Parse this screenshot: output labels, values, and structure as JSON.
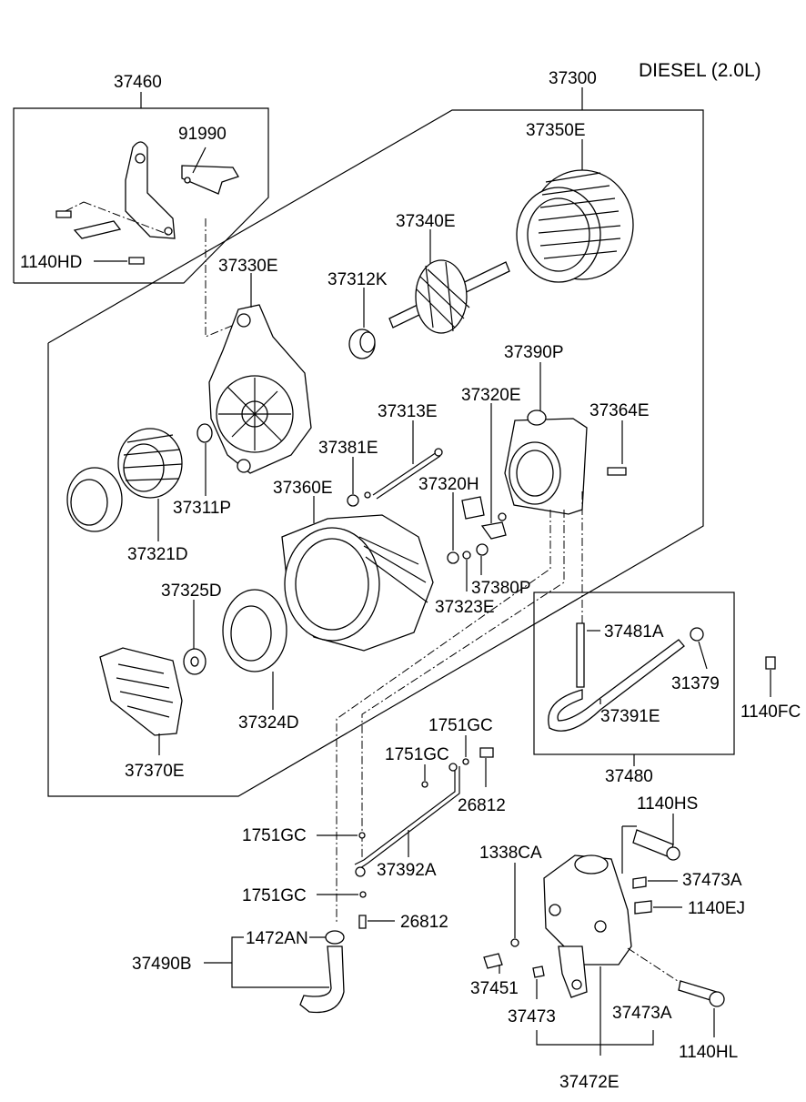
{
  "title": "DIESEL (2.0L)",
  "labels": {
    "p37460": "37460",
    "p91990": "91990",
    "p1140HD": "1140HD",
    "p37300": "37300",
    "p37350E": "37350E",
    "p37340E": "37340E",
    "p37312K": "37312K",
    "p37330E": "37330E",
    "p37390P": "37390P",
    "p37320E": "37320E",
    "p37364E": "37364E",
    "p37313E": "37313E",
    "p37381E": "37381E",
    "p37311P": "37311P",
    "p37360E": "37360E",
    "p37320H": "37320H",
    "p37321D": "37321D",
    "p37380P": "37380P",
    "p37323E": "37323E",
    "p37325D": "37325D",
    "p37481A": "37481A",
    "p31379": "31379",
    "p37391E": "37391E",
    "p1140FC": "1140FC",
    "p37324D": "37324D",
    "p37370E": "37370E",
    "p37480": "37480",
    "p1751GC_a": "1751GC",
    "p1751GC_b": "1751GC",
    "p26812_a": "26812",
    "p1751GC_c": "1751GC",
    "p37392A": "37392A",
    "p1751GC_d": "1751GC",
    "p26812_b": "26812",
    "p1472AN": "1472AN",
    "p37490B": "37490B",
    "p1140HS": "1140HS",
    "p1338CA": "1338CA",
    "p37473A_a": "37473A",
    "p1140EJ": "1140EJ",
    "p37451": "37451",
    "p37473": "37473",
    "p37473A_b": "37473A",
    "p1140HL": "1140HL",
    "p37472E": "37472E"
  }
}
